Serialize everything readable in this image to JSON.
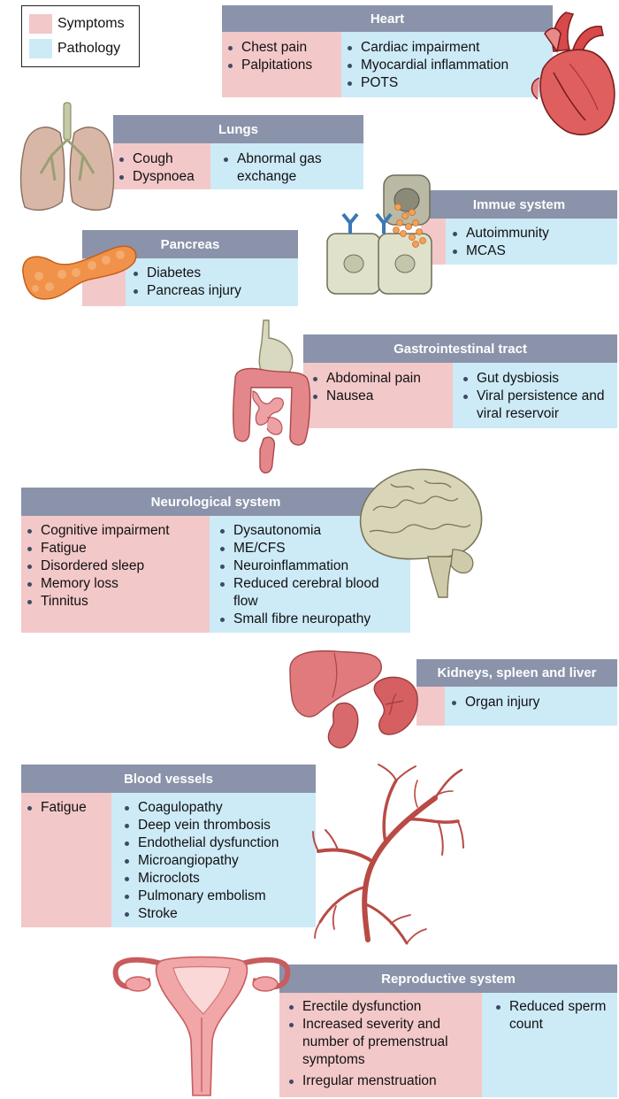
{
  "legend": {
    "symptoms": "Symptoms",
    "pathology": "Pathology",
    "symptoms_color": "#f3c8c9",
    "pathology_color": "#cdeaf7",
    "header_color": "#8a93aa"
  },
  "heart": {
    "title": "Heart",
    "symptoms": [
      "Chest pain",
      "Palpitations"
    ],
    "pathology": [
      "Cardiac impairment",
      "Myocardial inflammation",
      "POTS"
    ]
  },
  "lungs": {
    "title": "Lungs",
    "symptoms": [
      "Cough",
      "Dyspnoea"
    ],
    "pathology": [
      "Abnormal gas exchange"
    ]
  },
  "immune": {
    "title": "Immue system",
    "symptoms": [],
    "pathology": [
      "Autoimmunity",
      "MCAS"
    ]
  },
  "pancreas": {
    "title": "Pancreas",
    "symptoms": [],
    "pathology": [
      "Diabetes",
      "Pancreas injury"
    ]
  },
  "gi": {
    "title": "Gastrointestinal tract",
    "symptoms": [
      "Abdominal pain",
      "Nausea"
    ],
    "pathology": [
      "Gut dysbiosis",
      "Viral persistence and viral reservoir"
    ]
  },
  "neuro": {
    "title": "Neurological system",
    "symptoms": [
      "Cognitive impairment",
      "Fatigue",
      "Disordered sleep",
      "Memory loss",
      "Tinnitus"
    ],
    "pathology": [
      "Dysautonomia",
      "ME/CFS",
      "Neuroinflammation",
      "Reduced cerebral blood flow",
      "Small fibre neuropathy"
    ]
  },
  "kidneys": {
    "title": "Kidneys, spleen and liver",
    "symptoms": [],
    "pathology": [
      "Organ injury"
    ]
  },
  "blood": {
    "title": "Blood vessels",
    "symptoms": [
      "Fatigue"
    ],
    "pathology": [
      "Coagulopathy",
      "Deep vein thrombosis",
      "Endothelial dysfunction",
      "Microangiopathy",
      "Microclots",
      "Pulmonary embolism",
      "Stroke"
    ]
  },
  "repro": {
    "title": "Reproductive system",
    "symptoms": [
      "Erectile dysfunction",
      "Increased severity and number of premenstrual symptoms",
      "Irregular menstruation"
    ],
    "pathology": [
      "Reduced sperm count"
    ]
  }
}
